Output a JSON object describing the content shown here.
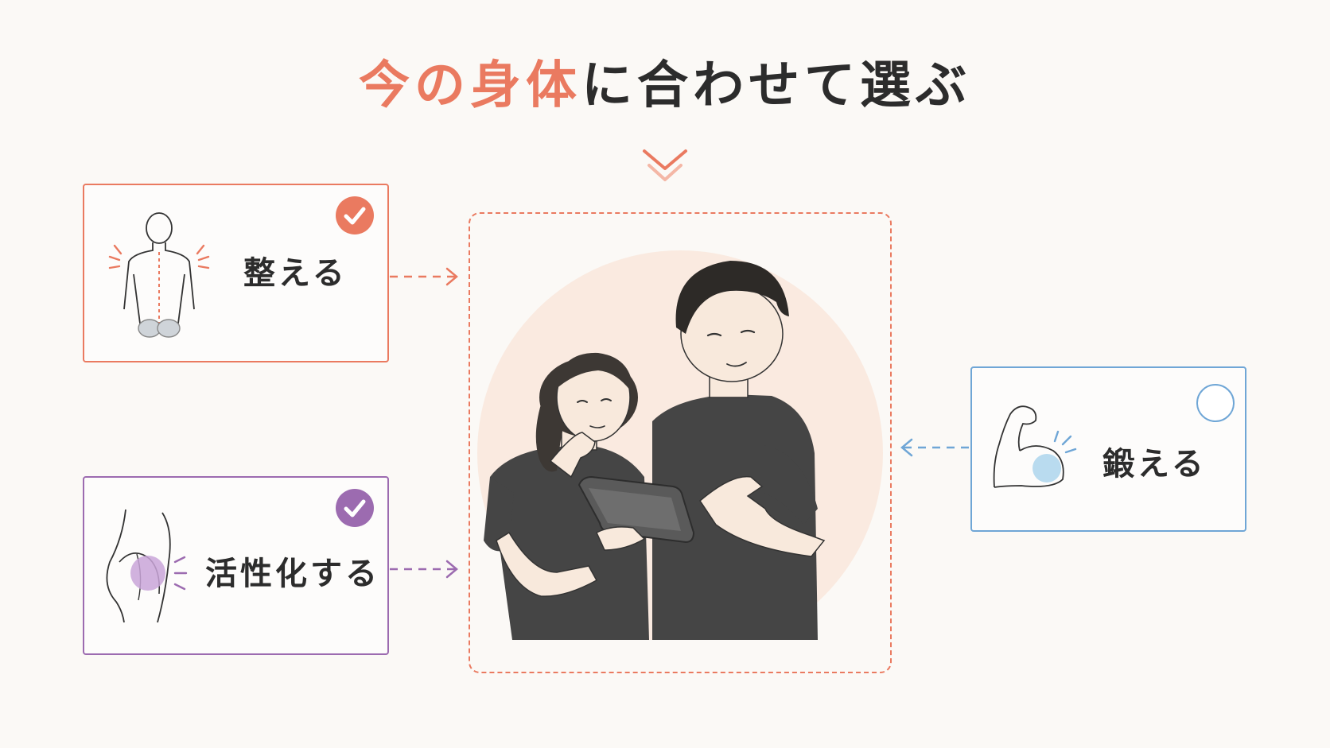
{
  "title": {
    "highlight": "今の身体",
    "rest": "に合わせて選ぶ"
  },
  "colors": {
    "accent": "#ea7a60",
    "purple": "#9c6bb0",
    "blue": "#6fa6d6",
    "background": "#fbf9f6",
    "text": "#2c2c2c",
    "shirt": "#454545"
  },
  "cards": {
    "align": {
      "label": "整える",
      "checked": true,
      "icon": "spine-back-icon"
    },
    "activate": {
      "label": "活性化する",
      "checked": true,
      "icon": "glute-icon"
    },
    "strengthen": {
      "label": "鍛える",
      "checked": false,
      "icon": "flexed-arm-icon"
    }
  },
  "center": {
    "illustration": "trainer-and-client-with-tablet"
  }
}
